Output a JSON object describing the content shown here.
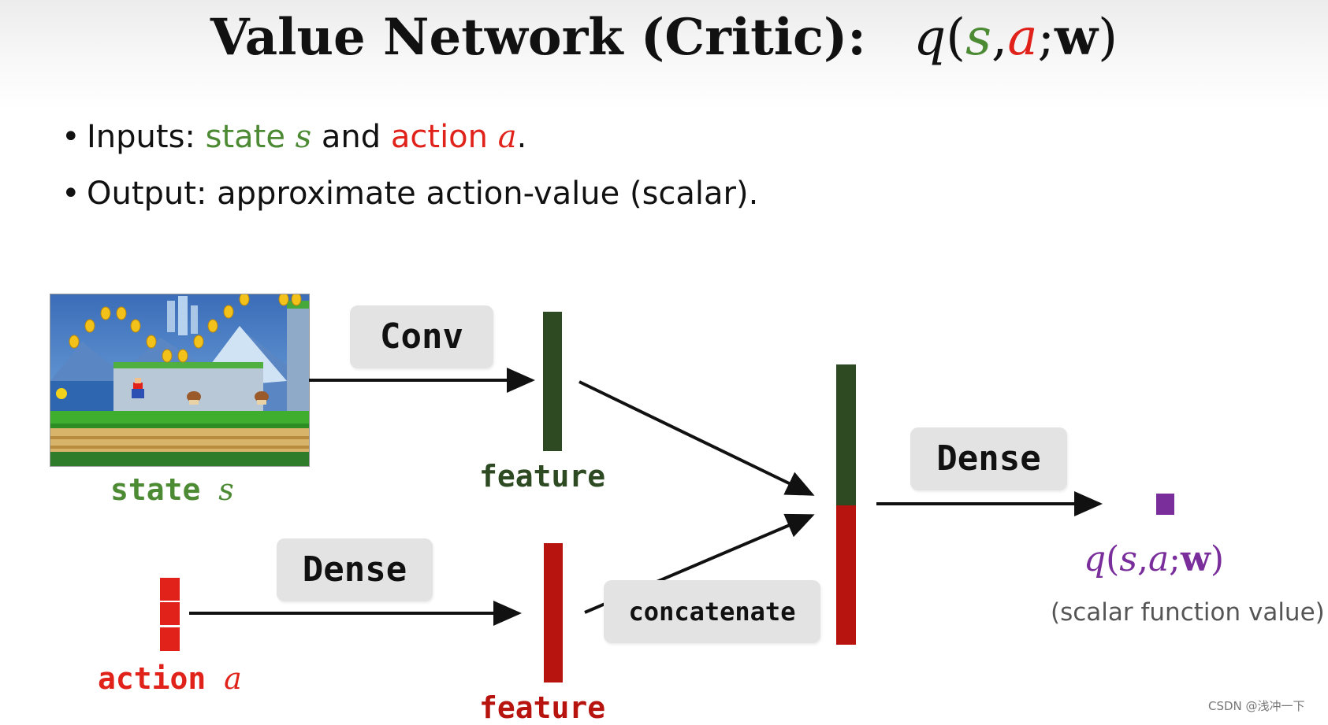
{
  "title": {
    "text": "Value Network (Critic):",
    "formula": {
      "q": "q",
      "open": "(",
      "s": "s",
      "comma": ",",
      "a": "a",
      "semi": ";",
      "w": "w",
      "close": ")"
    }
  },
  "bullets": [
    {
      "prefix": "Inputs: ",
      "state_word": "state ",
      "state_var": "s",
      "and_word": " and ",
      "action_word": "action ",
      "action_var": "a",
      "suffix": "."
    },
    {
      "text": "Output: approximate action-value (scalar)."
    }
  ],
  "diagram": {
    "state_label": {
      "word": "state",
      "var": "s"
    },
    "action_label": {
      "word": "action",
      "var": "a"
    },
    "conv_box": "Conv",
    "dense_box_action": "Dense",
    "dense_box_output": "Dense",
    "concatenate_box": "concatenate",
    "feature_top": "feature",
    "feature_bottom": "feature",
    "output_label": {
      "q": "q",
      "open": "(",
      "s": "s",
      "comma": ",",
      "a": "a",
      "semi": ";",
      "w": "w",
      "close": ")"
    },
    "output_caption": "(scalar function value)",
    "colors": {
      "state_green": "#4d8a34",
      "feature_dark_green": "#2d4a22",
      "action_red": "#e0221b",
      "feature_dark_red": "#b8140f",
      "output_purple": "#7a2e9c"
    },
    "game_image_icon": "mario-game-screenshot"
  },
  "watermark": "CSDN @浅冲一下"
}
